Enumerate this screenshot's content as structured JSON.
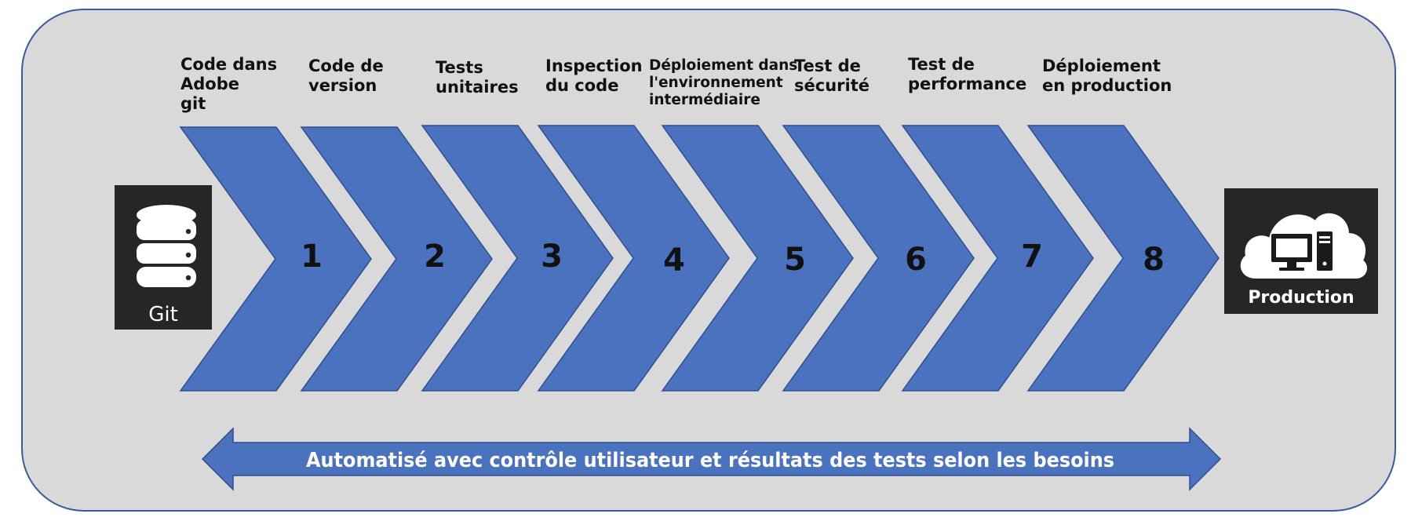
{
  "diagram": {
    "steps": [
      {
        "number": "1",
        "label": "Code dans\nAdobe\ngit"
      },
      {
        "number": "2",
        "label": "Code de\nversion"
      },
      {
        "number": "3",
        "label": "Tests\nunitaires"
      },
      {
        "number": "4",
        "label": "Inspection\ndu code"
      },
      {
        "number": "5",
        "label": "Déploiement dans\nl'environnement\nintermédiaire"
      },
      {
        "number": "6",
        "label": "Test de\nsécurité"
      },
      {
        "number": "7",
        "label": "Test de\nperformance"
      },
      {
        "number": "8",
        "label": "Déploiement\nen production"
      }
    ],
    "source": {
      "label": "Git",
      "icon": "database-icon"
    },
    "target": {
      "label": "Production",
      "icon": "cloud-computer-icon"
    },
    "banner": "Automatisé avec contrôle utilisateur et résultats des tests selon les besoins"
  },
  "colors": {
    "chevron_fill": "#4a72be",
    "chevron_stroke": "#2f4f8f",
    "panel_background": "#d9d9d9",
    "tile_background": "#262626",
    "text_dark": "#111111",
    "text_light": "#ffffff"
  }
}
